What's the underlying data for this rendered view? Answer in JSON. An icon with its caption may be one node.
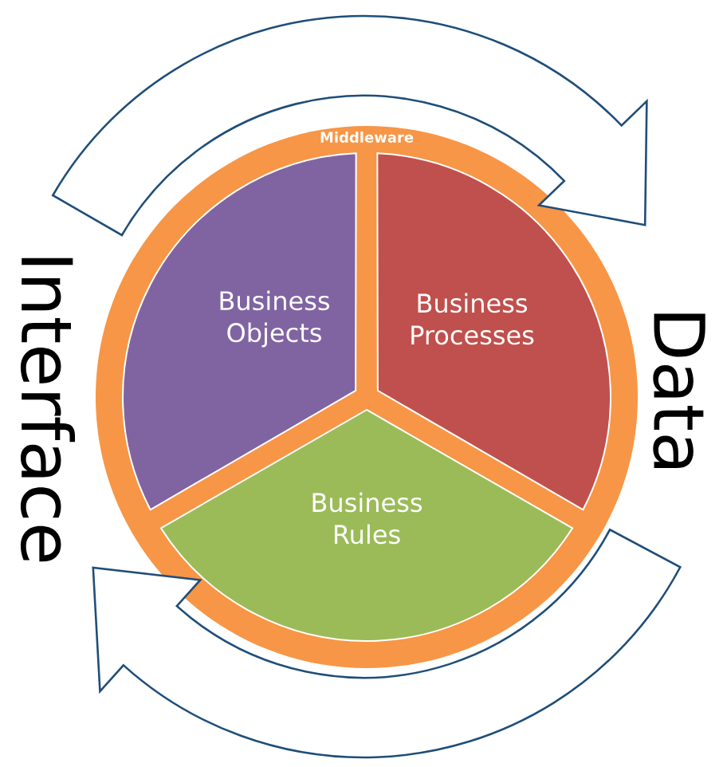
{
  "diagram": {
    "nodes": [
      {
        "text": [
          "Middleware"
        ]
      },
      {
        "text": [
          "Business Objects"
        ],
        "in": 0
      },
      {
        "text": [
          "Business Processes"
        ],
        "in": 0
      },
      {
        "text": [
          "Business Rules"
        ],
        "in": 0
      },
      {
        "text": [
          "Interface"
        ]
      },
      {
        "text": [
          "Data"
        ]
      }
    ],
    "edges": [
      {
        "from": 4,
        "to": 5,
        "arrow": "to"
      },
      {
        "from": 5,
        "to": 4,
        "arrow": "to"
      }
    ]
  }
}
